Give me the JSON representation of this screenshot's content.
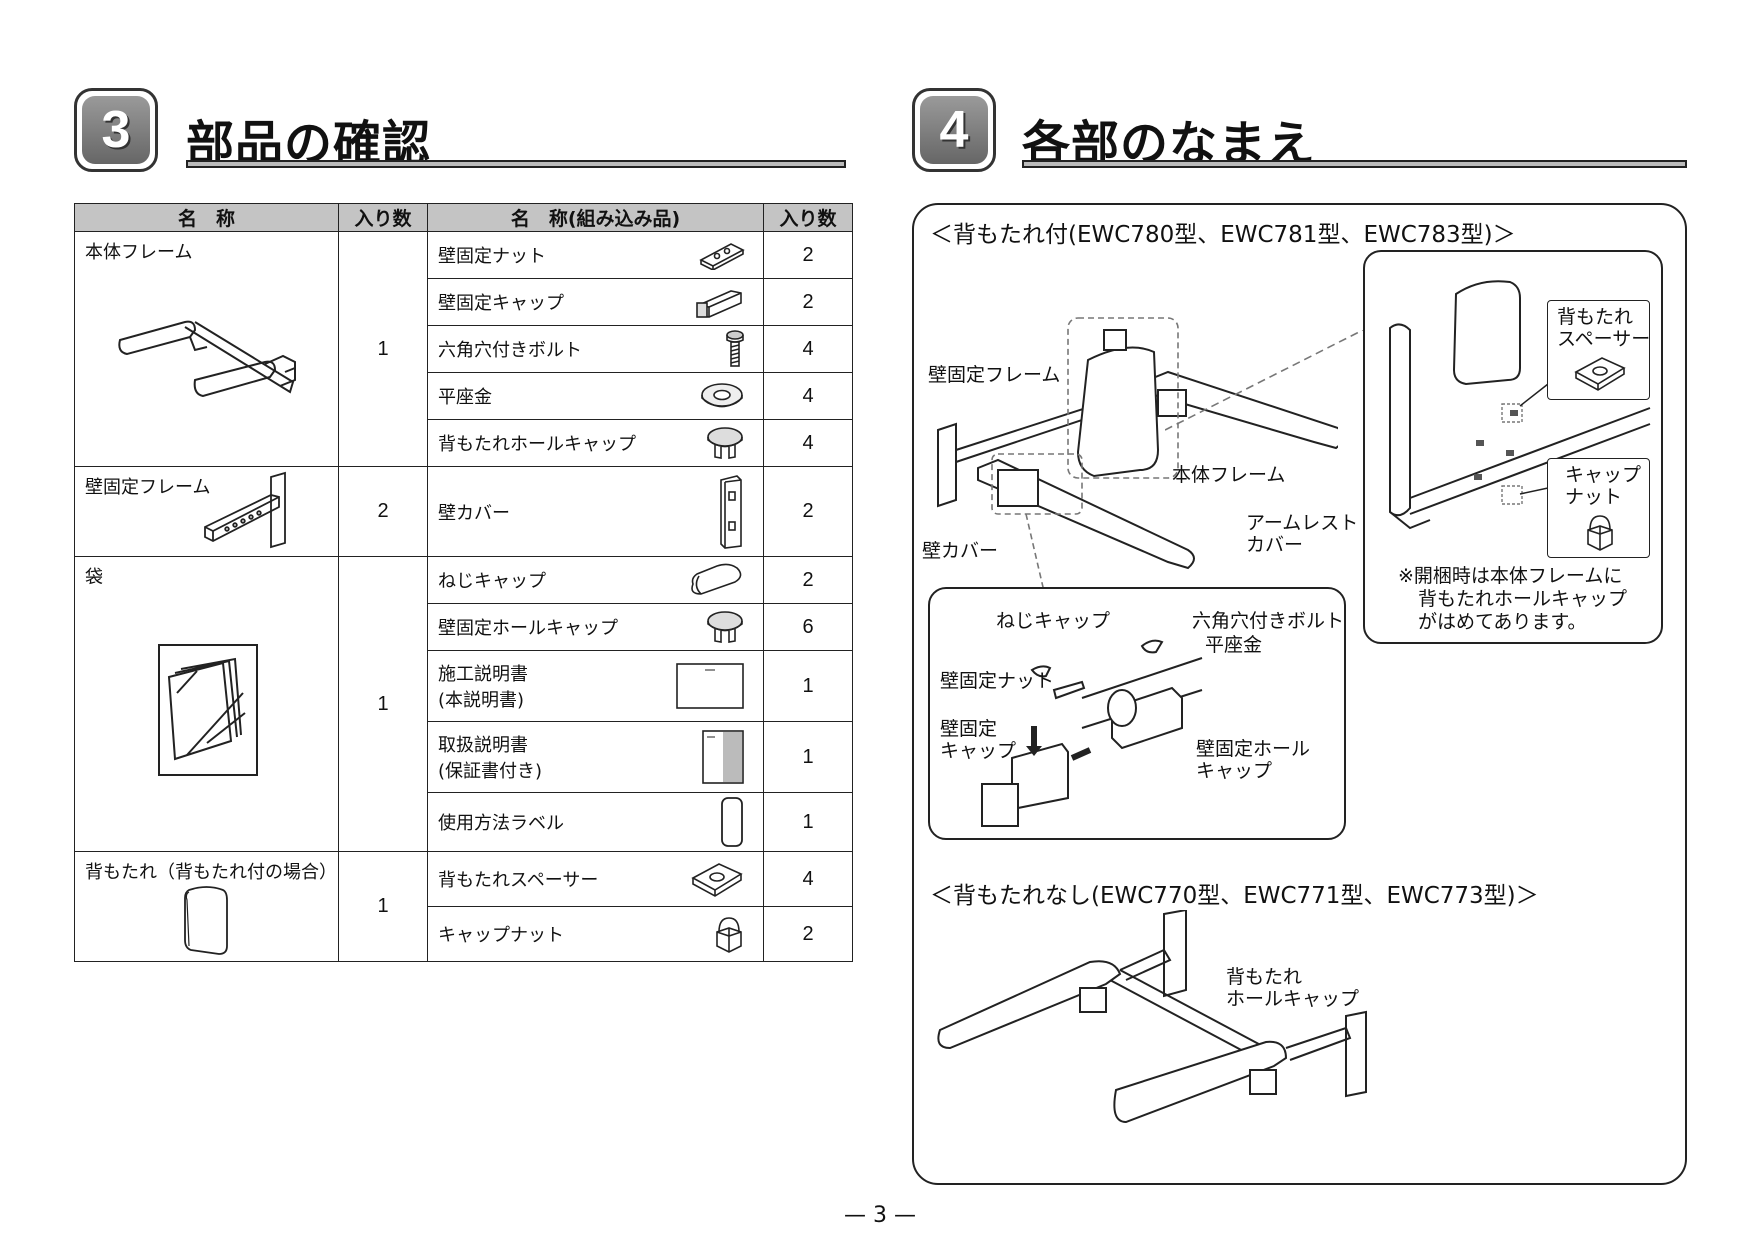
{
  "left_section": {
    "number": "3",
    "title": "部品の確認"
  },
  "right_section": {
    "number": "4",
    "title": "各部のなまえ"
  },
  "table": {
    "headers": {
      "name": "名　称",
      "qty": "入り数",
      "item": "名　称(組み込み品)",
      "item_qty": "入り数"
    },
    "groups": [
      {
        "name": "本体フレーム",
        "qty": "1"
      },
      {
        "name": "壁固定フレーム",
        "qty": "2"
      },
      {
        "name": "袋",
        "qty": "1"
      },
      {
        "name": "背もたれ（背もたれ付の場合）",
        "qty": "1"
      }
    ],
    "items": [
      {
        "name": "壁固定ナット",
        "qty": "2",
        "icon": "nut-plate-icon"
      },
      {
        "name": "壁固定キャップ",
        "qty": "2",
        "icon": "cap-icon"
      },
      {
        "name": "六角穴付きボルト",
        "qty": "4",
        "icon": "bolt-icon"
      },
      {
        "name": "平座金",
        "qty": "4",
        "icon": "washer-icon"
      },
      {
        "name": "背もたれホールキャップ",
        "qty": "4",
        "icon": "hole-cap-icon"
      },
      {
        "name": "壁カバー",
        "qty": "2",
        "icon": "wall-cover-icon"
      },
      {
        "name": "ねじキャップ",
        "qty": "2",
        "icon": "screw-cap-icon"
      },
      {
        "name": "壁固定ホールキャップ",
        "qty": "6",
        "icon": "hole-cap-icon"
      },
      {
        "name": "施工説明書",
        "name2": "(本説明書)",
        "qty": "1",
        "icon": "manual-icon"
      },
      {
        "name": "取扱説明書",
        "name2": "(保証書付き)",
        "qty": "1",
        "icon": "booklet-icon"
      },
      {
        "name": "使用方法ラベル",
        "qty": "1",
        "icon": "label-icon"
      },
      {
        "name": "背もたれスペーサー",
        "qty": "4",
        "icon": "spacer-icon"
      },
      {
        "name": "キャップナット",
        "qty": "2",
        "icon": "cap-nut-icon"
      }
    ]
  },
  "diagram": {
    "with_back_title": "＜背もたれ付(EWC780型、EWC781型、EWC783型)＞",
    "without_back_title": "＜背もたれなし(EWC770型、EWC771型、EWC773型)＞",
    "labels": {
      "wall_frame": "壁固定フレーム",
      "main_frame": "本体フレーム",
      "armrest_cover_1": "アームレスト",
      "armrest_cover_2": "カバー",
      "wall_cover": "壁カバー",
      "back_spacer_1": "背もたれ",
      "back_spacer_2": "スペーサー",
      "cap_nut_1": "キャップ",
      "cap_nut_2": "ナット",
      "note_1": "※開梱時は本体フレームに",
      "note_2": "背もたれホールキャップ",
      "note_3": "がはめてあります。",
      "screw_cap": "ねじキャップ",
      "hex_bolt": "六角穴付きボルト",
      "washer": "平座金",
      "wall_nut": "壁固定ナット",
      "wall_cap_1": "壁固定",
      "wall_cap_2": "キャップ",
      "wall_hole_cap_1": "壁固定ホール",
      "wall_hole_cap_2": "キャップ",
      "back_hole_cap_1": "背もたれ",
      "back_hole_cap_2": "ホールキャップ"
    }
  },
  "page_number": "3"
}
